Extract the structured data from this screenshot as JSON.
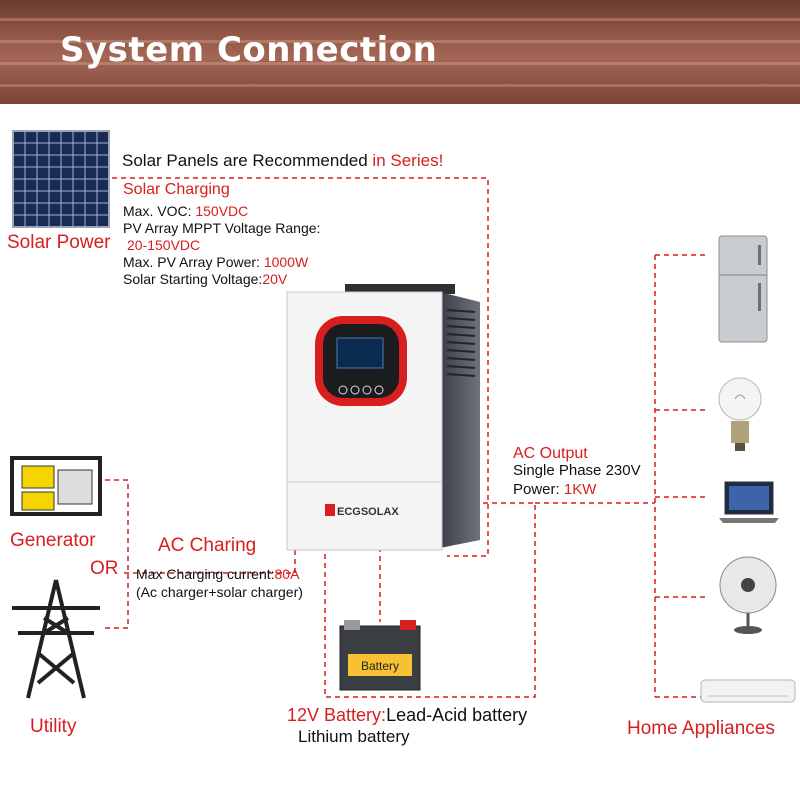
{
  "title": "System Connection",
  "solar": {
    "label": "Solar Power",
    "recommend_prefix": "Solar Panels are Recommended ",
    "recommend_highlight": "in Series!",
    "section_title": "Solar Charging",
    "voc_label": "Max. VOC: ",
    "voc_value": "150VDC",
    "mppt_label": "PV Array MPPT Voltage Range:",
    "mppt_value": "20-150VDC",
    "power_label": "Max. PV Array Power: ",
    "power_value": "1000W",
    "start_label": "Solar Starting Voltage:",
    "start_value": "20V"
  },
  "inverter": {
    "brand": "ECGSOLAX"
  },
  "ac_output": {
    "title": "AC Output",
    "phase": "Single Phase 230V",
    "power_label": "Power: ",
    "power_value": "1KW"
  },
  "ac_charging": {
    "title": "AC Charing",
    "current_label": "Max Charging current:",
    "current_value": "80A",
    "note": "(Ac charger+solar charger)"
  },
  "sources": {
    "generator": "Generator",
    "or": "OR",
    "utility": "Utility"
  },
  "battery": {
    "face_label": "Battery",
    "voltage": "12V Battery:",
    "type1": "Lead-Acid battery",
    "type2": "Lithium battery"
  },
  "appliances": {
    "label": "Home Appliances"
  },
  "colors": {
    "accent": "#d81e1e",
    "dash": "#d81e1e"
  }
}
